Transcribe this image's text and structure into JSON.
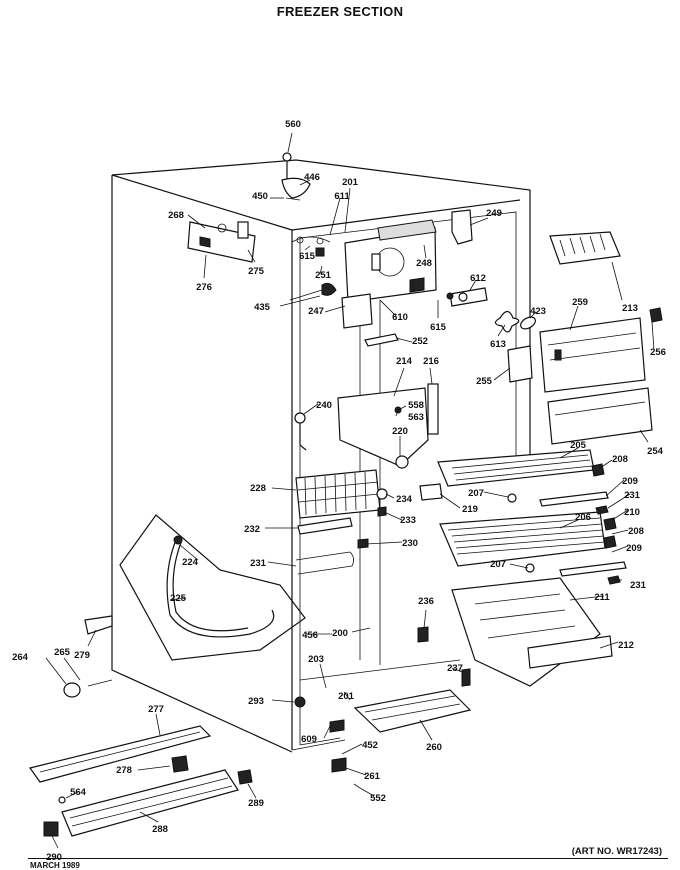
{
  "title": "FREEZER SECTION",
  "art_number": "(ART NO. WR17243)",
  "footer_date": "MARCH 1989",
  "callouts": [
    "560",
    "446",
    "450",
    "201",
    "268",
    "611",
    "249",
    "248",
    "615",
    "275",
    "276",
    "251",
    "612",
    "213",
    "435",
    "247",
    "610",
    "615",
    "423",
    "259",
    "256",
    "252",
    "613",
    "255",
    "214",
    "216",
    "240",
    "558",
    "563",
    "220",
    "254",
    "205",
    "208",
    "228",
    "234",
    "207",
    "209",
    "231",
    "219",
    "233",
    "210",
    "232",
    "230",
    "206",
    "208",
    "224",
    "209",
    "207",
    "231",
    "231",
    "225",
    "236",
    "211",
    "279",
    "456",
    "200",
    "212",
    "264",
    "265",
    "203",
    "237",
    "293",
    "201",
    "277",
    "609",
    "452",
    "260",
    "278",
    "261",
    "564",
    "289",
    "552",
    "288",
    "290"
  ]
}
